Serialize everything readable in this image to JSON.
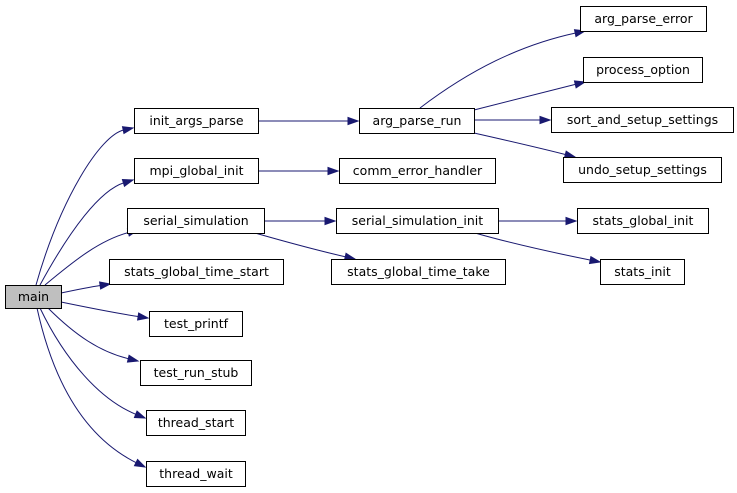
{
  "graph": {
    "nodes": [
      {
        "id": "main",
        "label": "main"
      },
      {
        "id": "init_args_parse",
        "label": "init_args_parse"
      },
      {
        "id": "mpi_global_init",
        "label": "mpi_global_init"
      },
      {
        "id": "serial_simulation",
        "label": "serial_simulation"
      },
      {
        "id": "stats_global_time_start",
        "label": "stats_global_time_start"
      },
      {
        "id": "test_printf",
        "label": "test_printf"
      },
      {
        "id": "test_run_stub",
        "label": "test_run_stub"
      },
      {
        "id": "thread_start",
        "label": "thread_start"
      },
      {
        "id": "thread_wait",
        "label": "thread_wait"
      },
      {
        "id": "arg_parse_run",
        "label": "arg_parse_run"
      },
      {
        "id": "comm_error_handler",
        "label": "comm_error_handler"
      },
      {
        "id": "serial_simulation_init",
        "label": "serial_simulation_init"
      },
      {
        "id": "stats_global_time_take",
        "label": "stats_global_time_take"
      },
      {
        "id": "arg_parse_error",
        "label": "arg_parse_error"
      },
      {
        "id": "process_option",
        "label": "process_option"
      },
      {
        "id": "sort_and_setup_settings",
        "label": "sort_and_setup_settings"
      },
      {
        "id": "undo_setup_settings",
        "label": "undo_setup_settings"
      },
      {
        "id": "stats_global_init",
        "label": "stats_global_init"
      },
      {
        "id": "stats_init",
        "label": "stats_init"
      }
    ],
    "edges": [
      {
        "from": "main",
        "to": "init_args_parse"
      },
      {
        "from": "main",
        "to": "mpi_global_init"
      },
      {
        "from": "main",
        "to": "serial_simulation"
      },
      {
        "from": "main",
        "to": "stats_global_time_start"
      },
      {
        "from": "main",
        "to": "test_printf"
      },
      {
        "from": "main",
        "to": "test_run_stub"
      },
      {
        "from": "main",
        "to": "thread_start"
      },
      {
        "from": "main",
        "to": "thread_wait"
      },
      {
        "from": "init_args_parse",
        "to": "arg_parse_run"
      },
      {
        "from": "arg_parse_run",
        "to": "arg_parse_error"
      },
      {
        "from": "arg_parse_run",
        "to": "process_option"
      },
      {
        "from": "arg_parse_run",
        "to": "sort_and_setup_settings"
      },
      {
        "from": "arg_parse_run",
        "to": "undo_setup_settings"
      },
      {
        "from": "mpi_global_init",
        "to": "comm_error_handler"
      },
      {
        "from": "serial_simulation",
        "to": "serial_simulation_init"
      },
      {
        "from": "serial_simulation",
        "to": "stats_global_time_take"
      },
      {
        "from": "serial_simulation_init",
        "to": "stats_global_init"
      },
      {
        "from": "serial_simulation_init",
        "to": "stats_init"
      }
    ],
    "colors": {
      "edge": "#191970",
      "root_fill": "#bfbfbf",
      "node_fill": "#ffffff",
      "node_border": "#000000"
    }
  }
}
